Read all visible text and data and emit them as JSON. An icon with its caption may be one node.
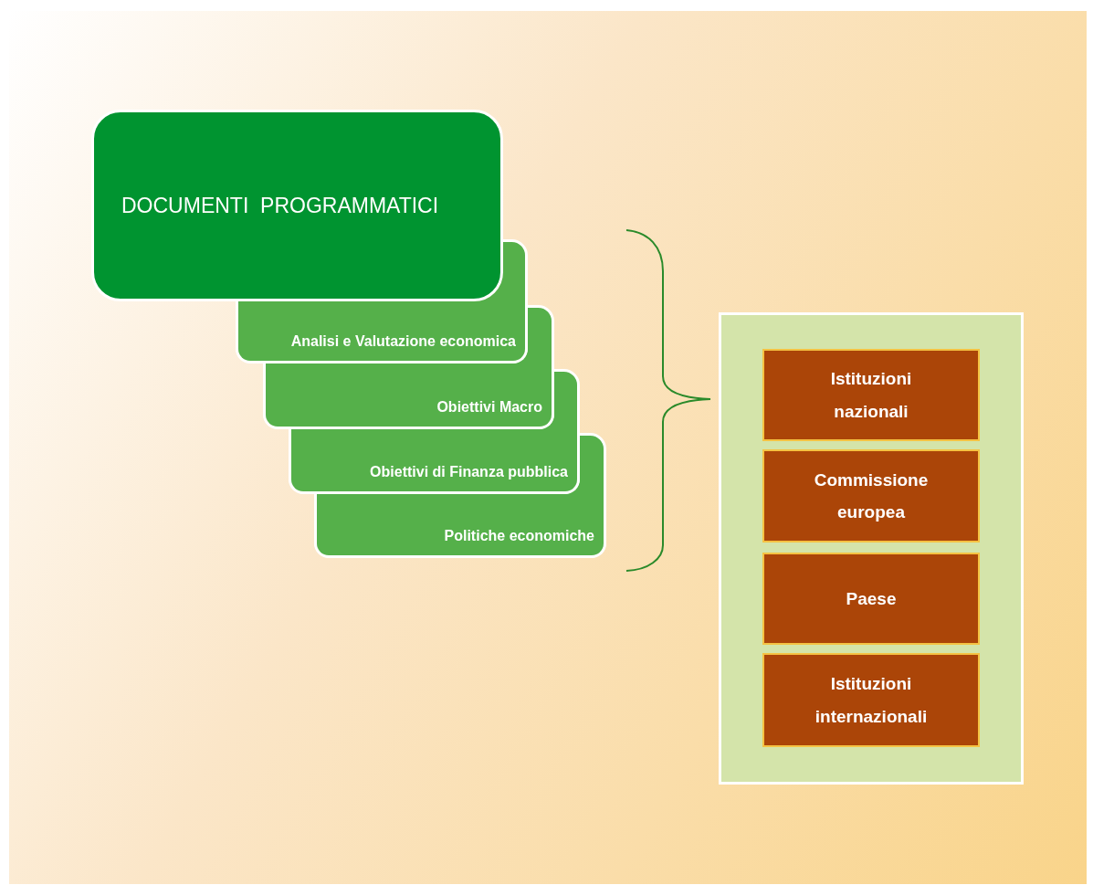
{
  "diagram": {
    "nodes": [
      {
        "text": [
          "DOCUMENTI  PROGRAMMATICI"
        ]
      },
      {
        "text": [
          "Analisi e Valutazione economica"
        ]
      },
      {
        "text": [
          "Obiettivi Macro"
        ]
      },
      {
        "text": [
          "Obiettivi di Finanza pubblica"
        ]
      },
      {
        "text": [
          "Politiche economiche"
        ]
      },
      {
        "text": [],
        "shape": "box"
      },
      {
        "text": [
          "Istituzioni nazionali"
        ],
        "in": 5
      },
      {
        "text": [
          "Commissione europea"
        ],
        "in": 5
      },
      {
        "text": [
          "Paese"
        ],
        "in": 5
      },
      {
        "text": [
          "Istituzioni internazionali"
        ],
        "in": 5
      }
    ]
  }
}
